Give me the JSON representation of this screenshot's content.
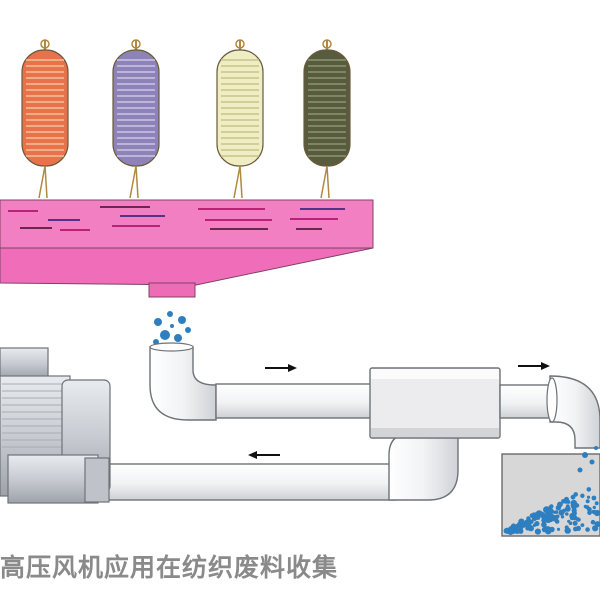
{
  "caption": "高压风机应用在纺织废料收集",
  "colors": {
    "background": "#ffffff",
    "hopper": "#f27fc2",
    "hopper_stroke": "#7a4466",
    "hopper_stripes": [
      "#b0166e",
      "#3a2a80",
      "#5a1a40"
    ],
    "pipe_fill": "#f0f1f3",
    "pipe_stroke": "#6e7378",
    "tank_fill": "#d7d7d7",
    "particles": "#2e7fc0",
    "arrows": "#111111",
    "caption": "#8a8a8a"
  },
  "bobbins": [
    {
      "color": "#e8724a",
      "stripe": "#f4c29a"
    },
    {
      "color": "#8d83b8",
      "stripe": "#cdc6e6"
    },
    {
      "color": "#eeedc4",
      "stripe": "#c9c48a"
    },
    {
      "color": "#585c3e",
      "stripe": "#8e9470"
    }
  ],
  "flow_arrows": [
    {
      "direction": "right"
    },
    {
      "direction": "right"
    },
    {
      "direction": "left"
    }
  ],
  "icons": {
    "blower": "high-pressure-blower-icon",
    "hopper": "collection-hopper-icon",
    "filter": "filter-box-icon",
    "tank": "waste-collection-tank-icon"
  }
}
